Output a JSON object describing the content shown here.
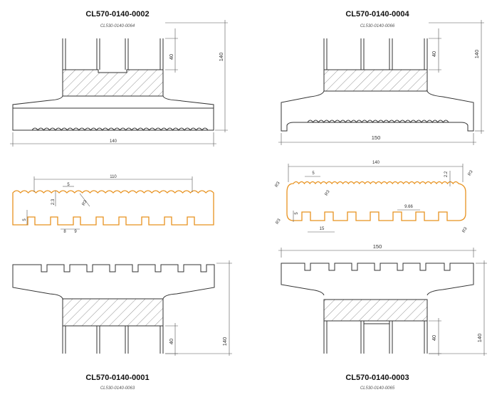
{
  "drawings": [
    {
      "code": "CL570-0140-0002",
      "ref": "CL530-0140-0064",
      "dim_total": "140",
      "dim_step": "40",
      "dim_width": "140"
    },
    {
      "code": "CL570-0140-0004",
      "ref": "CL530-0140-0066",
      "dim_total": "140",
      "dim_step": "40",
      "dim_width": "150"
    },
    {
      "code": "CL570-0140-0001",
      "ref": "CL530-0140-0063",
      "dim_total": "140",
      "dim_step": "40"
    },
    {
      "code": "CL570-0140-0003",
      "ref": "CL530-0140-0065",
      "dim_total": "140",
      "dim_step": "40",
      "dim_width": "150"
    }
  ],
  "profile_left": {
    "width": "110",
    "pitch_top": "5",
    "depth_top": "2.3",
    "radius": "R3",
    "depth_bottom": "5",
    "groove": "8",
    "spacing": "9"
  },
  "profile_right": {
    "width": "140",
    "pitch_top": "5",
    "depth_top": "2.2",
    "radius": "R3",
    "depth_bottom": "5",
    "spacing": "9.66",
    "offset": "15"
  },
  "colors": {
    "outline": "#333333",
    "profile": "#e8921f",
    "background": "#ffffff"
  }
}
